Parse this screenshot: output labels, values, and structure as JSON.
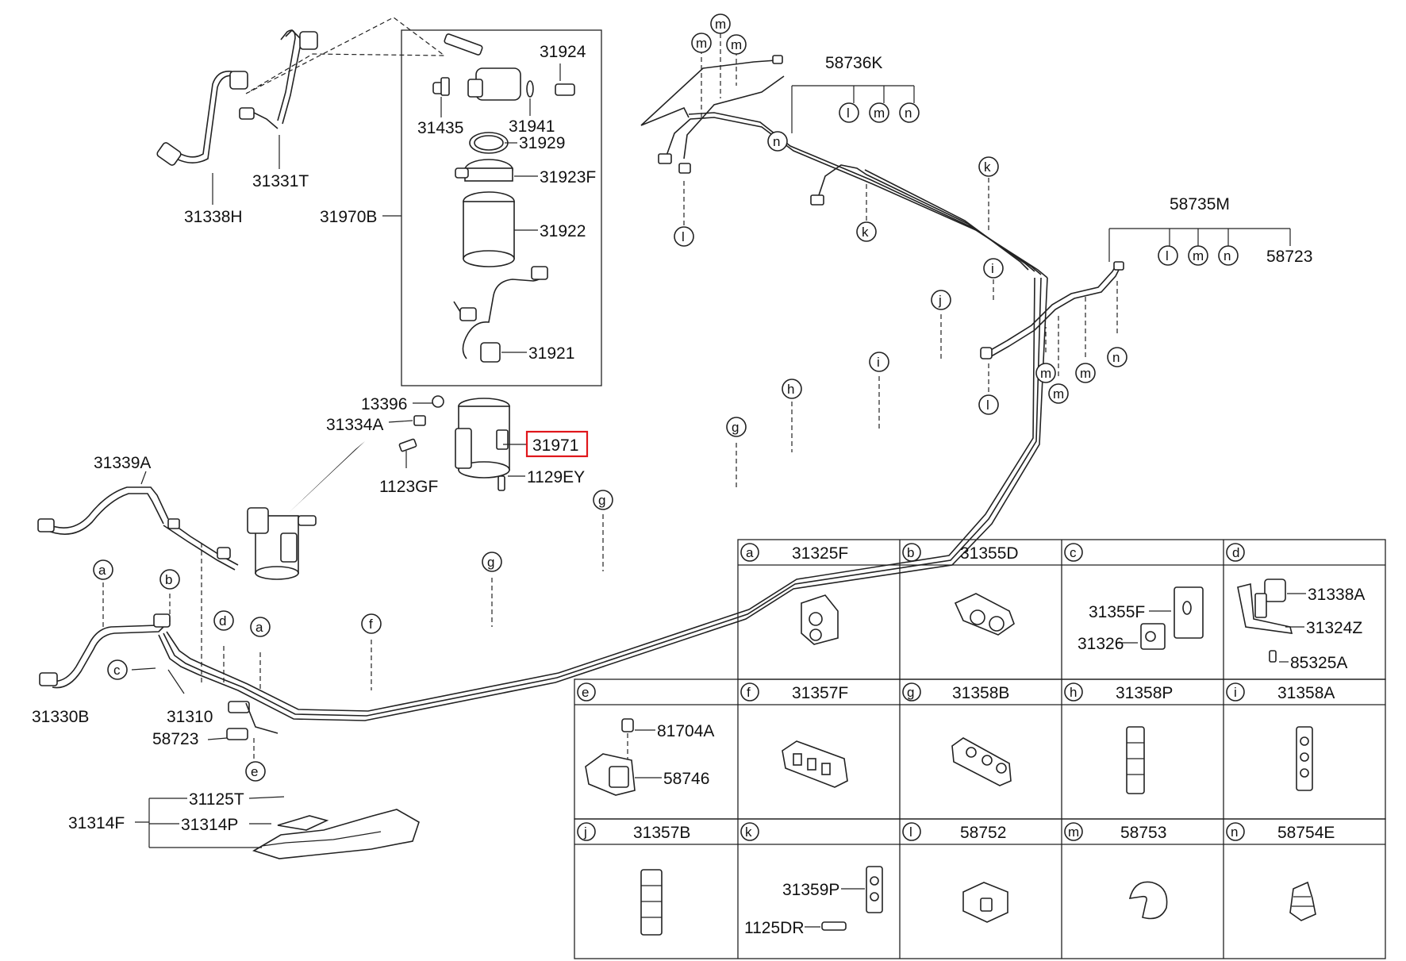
{
  "labels": {
    "l31338H": "31338H",
    "l31331T": "31331T",
    "l31970B": "31970B",
    "l31924": "31924",
    "l31435": "31435",
    "l31941": "31941",
    "l31929": "31929",
    "l31923F": "31923F",
    "l31922": "31922",
    "l31921": "31921",
    "l13396": "13396",
    "l31334A": "31334A",
    "l31971": "31971",
    "l1123GF": "1123GF",
    "l1129EY": "1129EY",
    "l31339A": "31339A",
    "l31330B": "31330B",
    "l31310": "31310",
    "l58723a": "58723",
    "l31125T": "31125T",
    "l31314F": "31314F",
    "l31314P": "31314P",
    "l58736K": "58736K",
    "l58735M": "58735M",
    "l58723b": "58723"
  },
  "callouts": [
    "a",
    "b",
    "c",
    "d",
    "e",
    "f",
    "g",
    "h",
    "i",
    "j",
    "k",
    "l",
    "m",
    "n"
  ],
  "grid": [
    {
      "letter": "a",
      "part": "31325F"
    },
    {
      "letter": "b",
      "part": "31355D"
    },
    {
      "letter": "c",
      "part": "",
      "sub": [
        "31355F",
        "31326"
      ]
    },
    {
      "letter": "d",
      "part": "",
      "sub": [
        "31338A",
        "31324Z",
        "85325A"
      ]
    },
    {
      "letter": "e",
      "part": "",
      "sub": [
        "81704A",
        "58746"
      ]
    },
    {
      "letter": "f",
      "part": "31357F"
    },
    {
      "letter": "g",
      "part": "31358B"
    },
    {
      "letter": "h",
      "part": "31358P"
    },
    {
      "letter": "i",
      "part": "31358A"
    },
    {
      "letter": "j",
      "part": "31357B"
    },
    {
      "letter": "k",
      "part": "",
      "sub": [
        "31359P",
        "1125DR"
      ]
    },
    {
      "letter": "l",
      "part": "58752"
    },
    {
      "letter": "m",
      "part": "58753"
    },
    {
      "letter": "n",
      "part": "58754E"
    }
  ],
  "highlight_color": "#e0161b"
}
